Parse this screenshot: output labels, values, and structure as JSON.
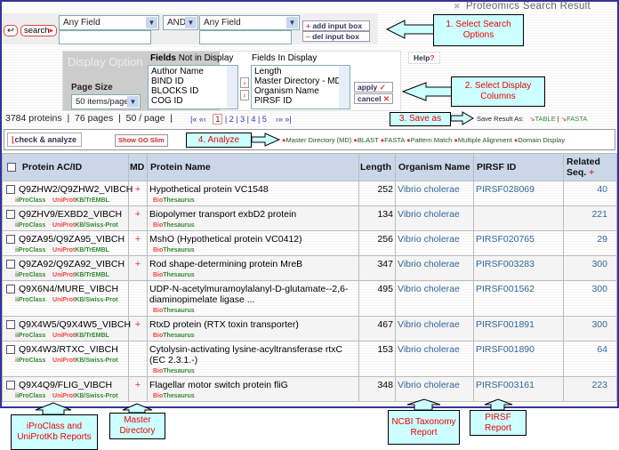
{
  "header": {
    "title": "Proteomics Search Result"
  },
  "search": {
    "back_label": "↩",
    "search_label": "search",
    "field1": "Any Field",
    "operator": "AND",
    "field2": "Any Field",
    "value1": "",
    "value2": "",
    "add_input": "add input box",
    "del_input": "del input box"
  },
  "display_options": {
    "title": "Display Option",
    "page_size_label": "Page Size",
    "page_size": "50 items/page",
    "not_in_display_label_bold": "Fields",
    "not_in_display_label": "Not in Display",
    "not_in_display": [
      "Author Name",
      "BIND ID",
      "BLOCKS ID",
      "COG ID"
    ],
    "in_display_label": "Fields In Display",
    "in_display": [
      "Length",
      "Master Directory - MD",
      "Organism Name",
      "PIRSF ID"
    ],
    "apply": "apply",
    "cancel": "cancel",
    "help": "Help"
  },
  "stats": {
    "text": "3784 proteins  |  76 pages  |  50 / page  |"
  },
  "pager": {
    "first": "|«",
    "prev": "«‹",
    "pages": [
      "1",
      "2",
      "3",
      "4",
      "5"
    ],
    "current": "1",
    "next": "›»",
    "last": "»|"
  },
  "save": {
    "label": "Save Result As:",
    "table": "TABLE",
    "fasta": "FASTA"
  },
  "toolbar": {
    "check_analyze": "check & analyze",
    "go_slim": "Show GO Slim",
    "links": [
      "Master Directory (MD)",
      "BLAST",
      "FASTA",
      "Pattern Match",
      "Multiple Alignment",
      "Domain Display"
    ]
  },
  "callouts": {
    "c1": "1. Select Search Options",
    "c2": "2. Select Display Columns",
    "c3": "3. Save as",
    "c4": "4. Analyze",
    "iproclass": "iProClass and UniProtKb Reports",
    "master": "Master Directory",
    "ncbi": "NCBI Taxonomy Report",
    "pirsf": "PIRSF Report"
  },
  "table": {
    "headers": {
      "id": "Protein AC/ID",
      "md": "MD",
      "name": "Protein Name",
      "length": "Length",
      "organism": "Organism Name",
      "pirsf": "PIRSF ID",
      "related": "Related Seq."
    },
    "rows": [
      {
        "id": "Q9ZHW2/Q9ZHW2_VIBCH",
        "db": "TrEMBL",
        "md": "+",
        "name": "Hypothetical protein VC1548",
        "length": "252",
        "organism": "Vibrio cholerae",
        "pirsf": "PIRSF028069",
        "related": "40"
      },
      {
        "id": "Q9ZHV9/EXBD2_VIBCH",
        "db": "Swiss-Prot",
        "md": "+",
        "name": "Biopolymer transport exbD2 protein",
        "length": "134",
        "organism": "Vibrio cholerae",
        "pirsf": "",
        "related": "221"
      },
      {
        "id": "Q9ZA95/Q9ZA95_VIBCH",
        "db": "TrEMBL",
        "md": "+",
        "name": "MshO (Hypothetical protein VC0412)",
        "length": "256",
        "organism": "Vibrio cholerae",
        "pirsf": "PIRSF020765",
        "related": "29"
      },
      {
        "id": "Q9ZA92/Q9ZA92_VIBCH",
        "db": "TrEMBL",
        "md": "+",
        "name": "Rod shape-determining protein MreB",
        "length": "347",
        "organism": "Vibrio cholerae",
        "pirsf": "PIRSF003283",
        "related": "300"
      },
      {
        "id": "Q9X6N4/MURE_VIBCH",
        "db": "Swiss-Prot",
        "md": "",
        "name": "UDP-N-acetylmuramoylalanyl-D-glutamate--2,6-diaminopimelate ligase ...",
        "length": "495",
        "organism": "Vibrio cholerae",
        "pirsf": "PIRSF001562",
        "related": "300"
      },
      {
        "id": "Q9X4W5/Q9X4W5_VIBCH",
        "db": "TrEMBL",
        "md": "+",
        "name": "RtxD protein (RTX toxin transporter)",
        "length": "467",
        "organism": "Vibrio cholerae",
        "pirsf": "PIRSF001891",
        "related": "300"
      },
      {
        "id": "Q9X4W3/RTXC_VIBCH",
        "db": "Swiss-Prot",
        "md": "",
        "name": "Cytolysin-activating lysine-acyltransferase rtxC (EC 2.3.1.-)",
        "length": "153",
        "organism": "Vibrio cholerae",
        "pirsf": "PIRSF001890",
        "related": "64"
      },
      {
        "id": "Q9X4Q9/FLIG_VIBCH",
        "db": "Swiss-Prot",
        "md": "+",
        "name": "Flagellar motor switch protein fliG",
        "length": "348",
        "organism": "Vibrio cholerae",
        "pirsf": "PIRSF003161",
        "related": "223"
      }
    ],
    "links": {
      "iproclass": "iProClass",
      "uniprot_prefix": "UniProt",
      "uniprot_kb": "KB/",
      "bio": "Bio",
      "thesaurus": "Thesaurus"
    }
  }
}
